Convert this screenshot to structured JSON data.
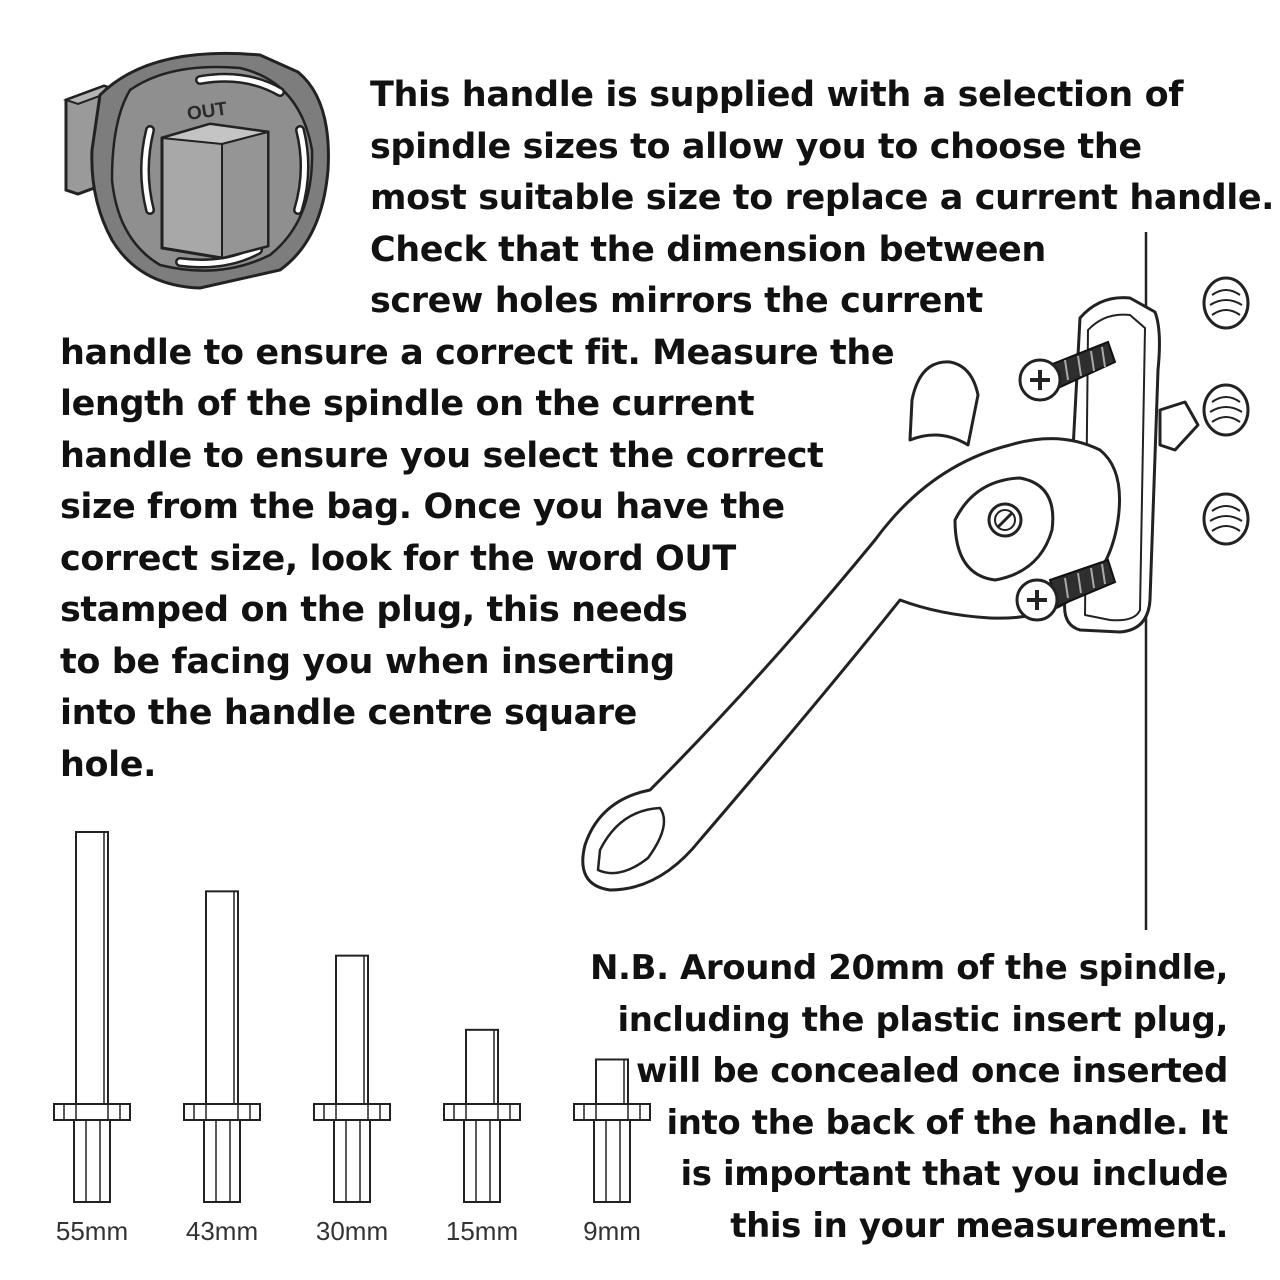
{
  "intro_lines": [
    "This handle is supplied with a selection of",
    "spindle sizes to allow you to choose the",
    "most suitable size to replace a current handle.",
    "Check that the dimension between",
    "screw holes mirrors the current",
    "handle to ensure a correct fit. Measure the",
    "length of the spindle on the current",
    "handle to ensure you select the correct",
    "size from the bag.  Once you have the",
    "correct size, look for the word OUT",
    "stamped on the plug, this needs",
    "to be facing you when inserting",
    "into the handle centre square",
    "hole."
  ],
  "plug_stamp": "OUT",
  "note_lines": [
    "N.B. Around 20mm of the spindle,",
    "including the plastic insert plug,",
    "will be concealed once inserted",
    "into the back of the handle. It",
    "is important that you include",
    "this in your measurement."
  ],
  "spindles": [
    {
      "label": "55mm",
      "length_mm": 55
    },
    {
      "label": "43mm",
      "length_mm": 43
    },
    {
      "label": "30mm",
      "length_mm": 30
    },
    {
      "label": "15mm",
      "length_mm": 15
    },
    {
      "label": "9mm",
      "length_mm": 9
    }
  ],
  "colors": {
    "plug_fill": "#8a8a8a",
    "plug_dark": "#4a4a4a",
    "line": "#222222"
  }
}
